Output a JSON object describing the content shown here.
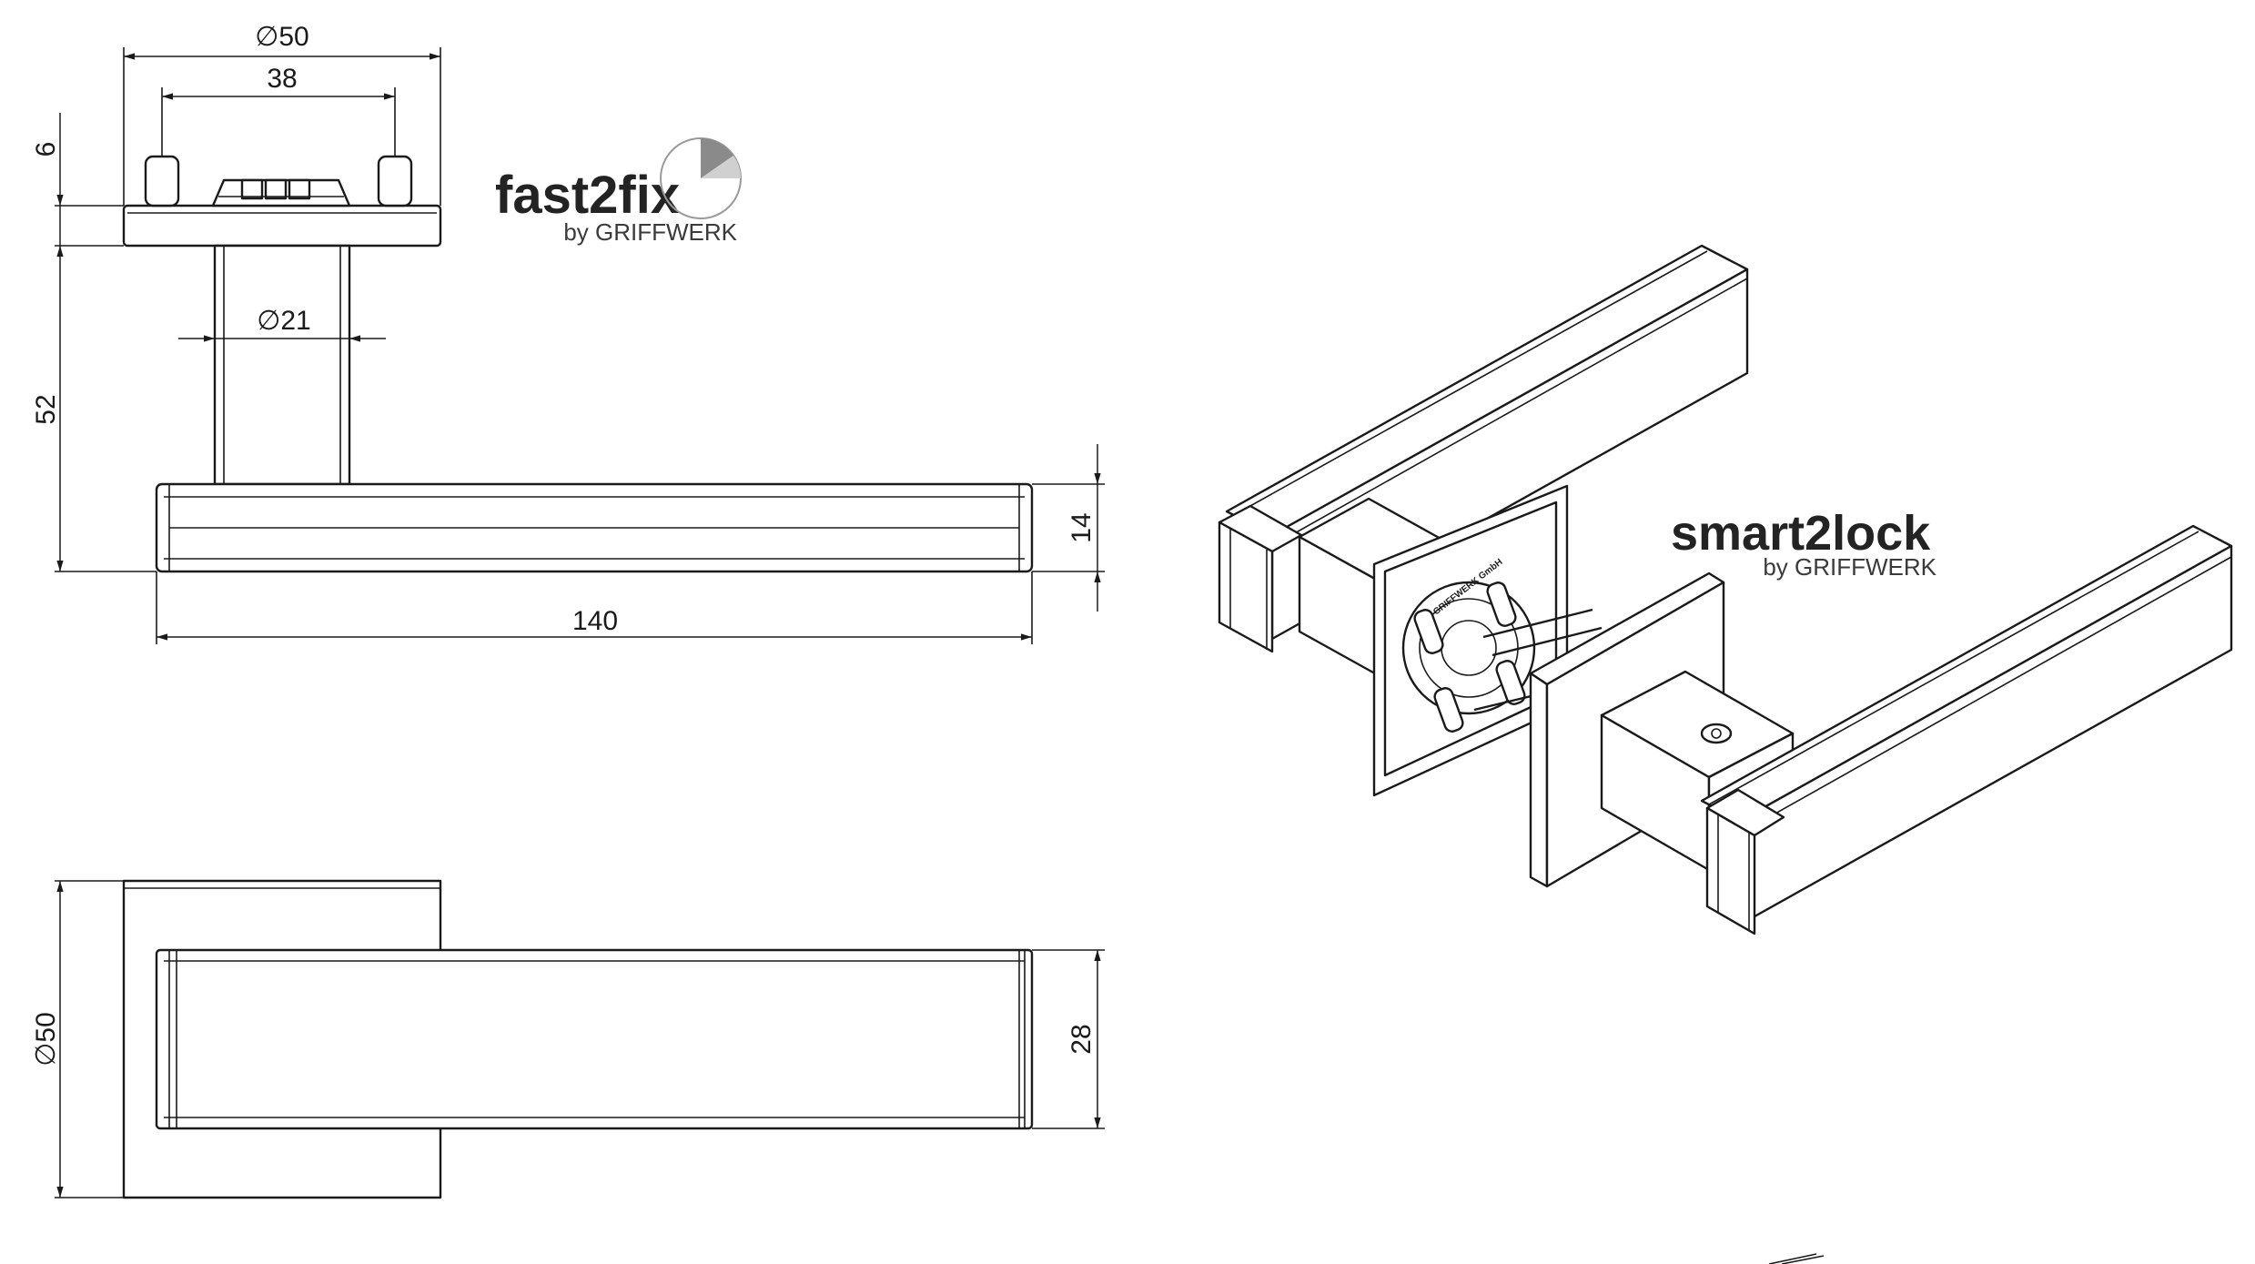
{
  "dimensions": {
    "rose_diameter_top": "∅50",
    "pin_spacing": "38",
    "rose_thickness": "6",
    "neck_height": "52",
    "neck_diameter": "∅21",
    "handle_thickness": "14",
    "handle_length": "140",
    "rose_diameter_side": "∅50",
    "handle_width": "28"
  },
  "brands": {
    "fast2fix": {
      "name": "fast2fix",
      "byline": "by GRIFFWERK"
    },
    "smart2lock": {
      "name": "smart2lock",
      "byline": "by GRIFFWERK"
    }
  },
  "engraving": {
    "text": "GRIFFWERK GmbH"
  },
  "colors": {
    "line": "#1a1a1a",
    "background": "#ffffff",
    "logo_text": "#232323",
    "logo_quadrant_dark": "#8a8a8a",
    "logo_quadrant_light": "#d0d0d0"
  }
}
